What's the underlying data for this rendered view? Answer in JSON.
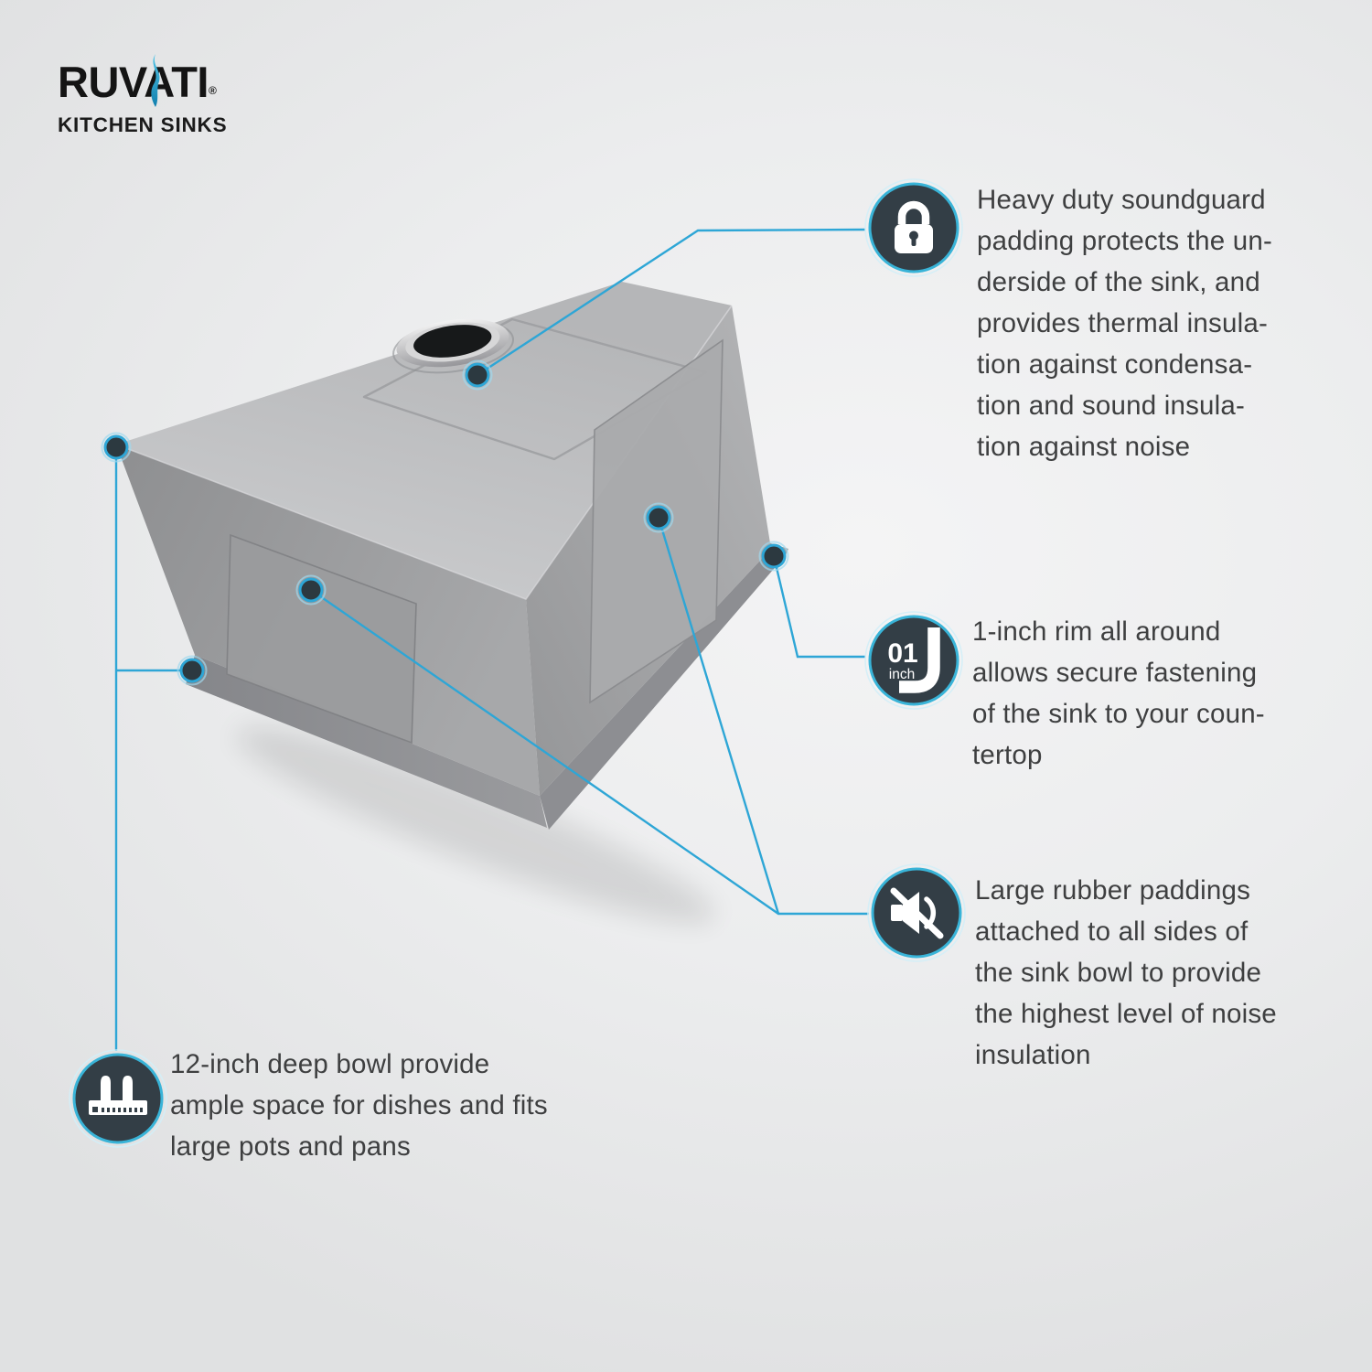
{
  "logo": {
    "brand": "RUVATI",
    "registered": "®",
    "tagline": "KITCHEN SINKS"
  },
  "callouts": [
    {
      "id": "soundguard-padding",
      "icon": "lock-icon",
      "text": "Heavy duty soundguard\npadding protects the un-\nderside of the sink, and\nprovides thermal insula-\ntion against condensa-\ntion and sound insula-\ntion against noise"
    },
    {
      "id": "one-inch-rim",
      "icon": "one-inch-rim-icon",
      "badge_number": "01",
      "badge_unit": "inch",
      "text": "1-inch rim all around\nallows secure fastening\nof the sink to your coun-\ntertop"
    },
    {
      "id": "rubber-paddings",
      "icon": "sound-mute-icon",
      "text": "Large rubber paddings\nattached to all sides of\nthe sink bowl to provide\nthe highest level of noise\ninsulation"
    },
    {
      "id": "deep-bowl",
      "icon": "depth-ruler-icon",
      "text": "12-inch deep bowl provide\nample space for dishes and fits\nlarge pots and pans"
    }
  ],
  "colors": {
    "accent_line": "#2ea6d6",
    "icon_background": "#333e46",
    "icon_ring": "#39b4d8",
    "dot_fill": "#2c3940",
    "body_text": "#3e3f40",
    "logo_black": "#141414",
    "logo_flame_blue": "#2bb1dd"
  }
}
